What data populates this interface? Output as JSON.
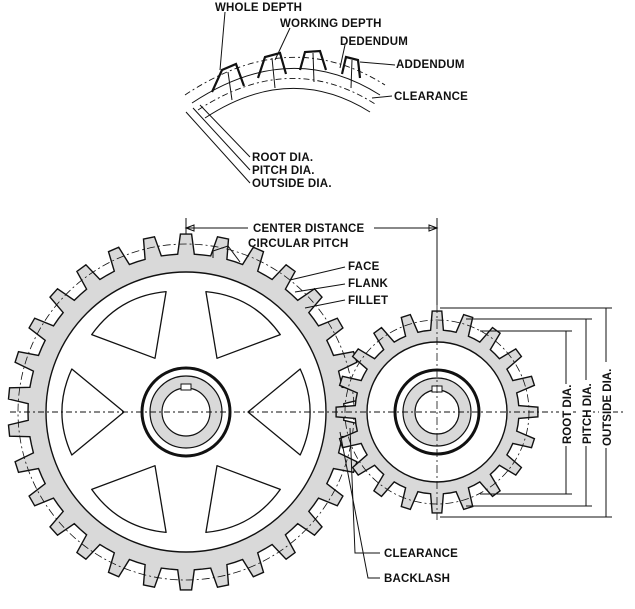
{
  "labels": {
    "whole_depth": "WHOLE DEPTH",
    "working_depth": "WORKING DEPTH",
    "dedendum": "DEDENDUM",
    "addendum": "ADDENDUM",
    "clearance_top": "CLEARANCE",
    "root_dia_top": "ROOT DIA.",
    "pitch_dia_top": "PITCH DIA.",
    "outside_dia_top": "OUTSIDE DIA.",
    "center_distance": "CENTER DISTANCE",
    "circular_pitch": "CIRCULAR PITCH",
    "face": "FACE",
    "flank": "FLANK",
    "fillet": "FILLET",
    "root_dia_side": "ROOT DIA.",
    "pitch_dia_side": "PITCH DIA.",
    "outside_dia_side": "OUTSIDE DIA.",
    "clearance_bottom": "CLEARANCE",
    "backlash": "BACKLASH"
  },
  "colors": {
    "ink": "#111111",
    "gear_fill": "#d9d9d9",
    "paper": "#ffffff"
  },
  "gears": {
    "large_teeth": 30,
    "small_teeth": 20,
    "spokes": 6
  }
}
